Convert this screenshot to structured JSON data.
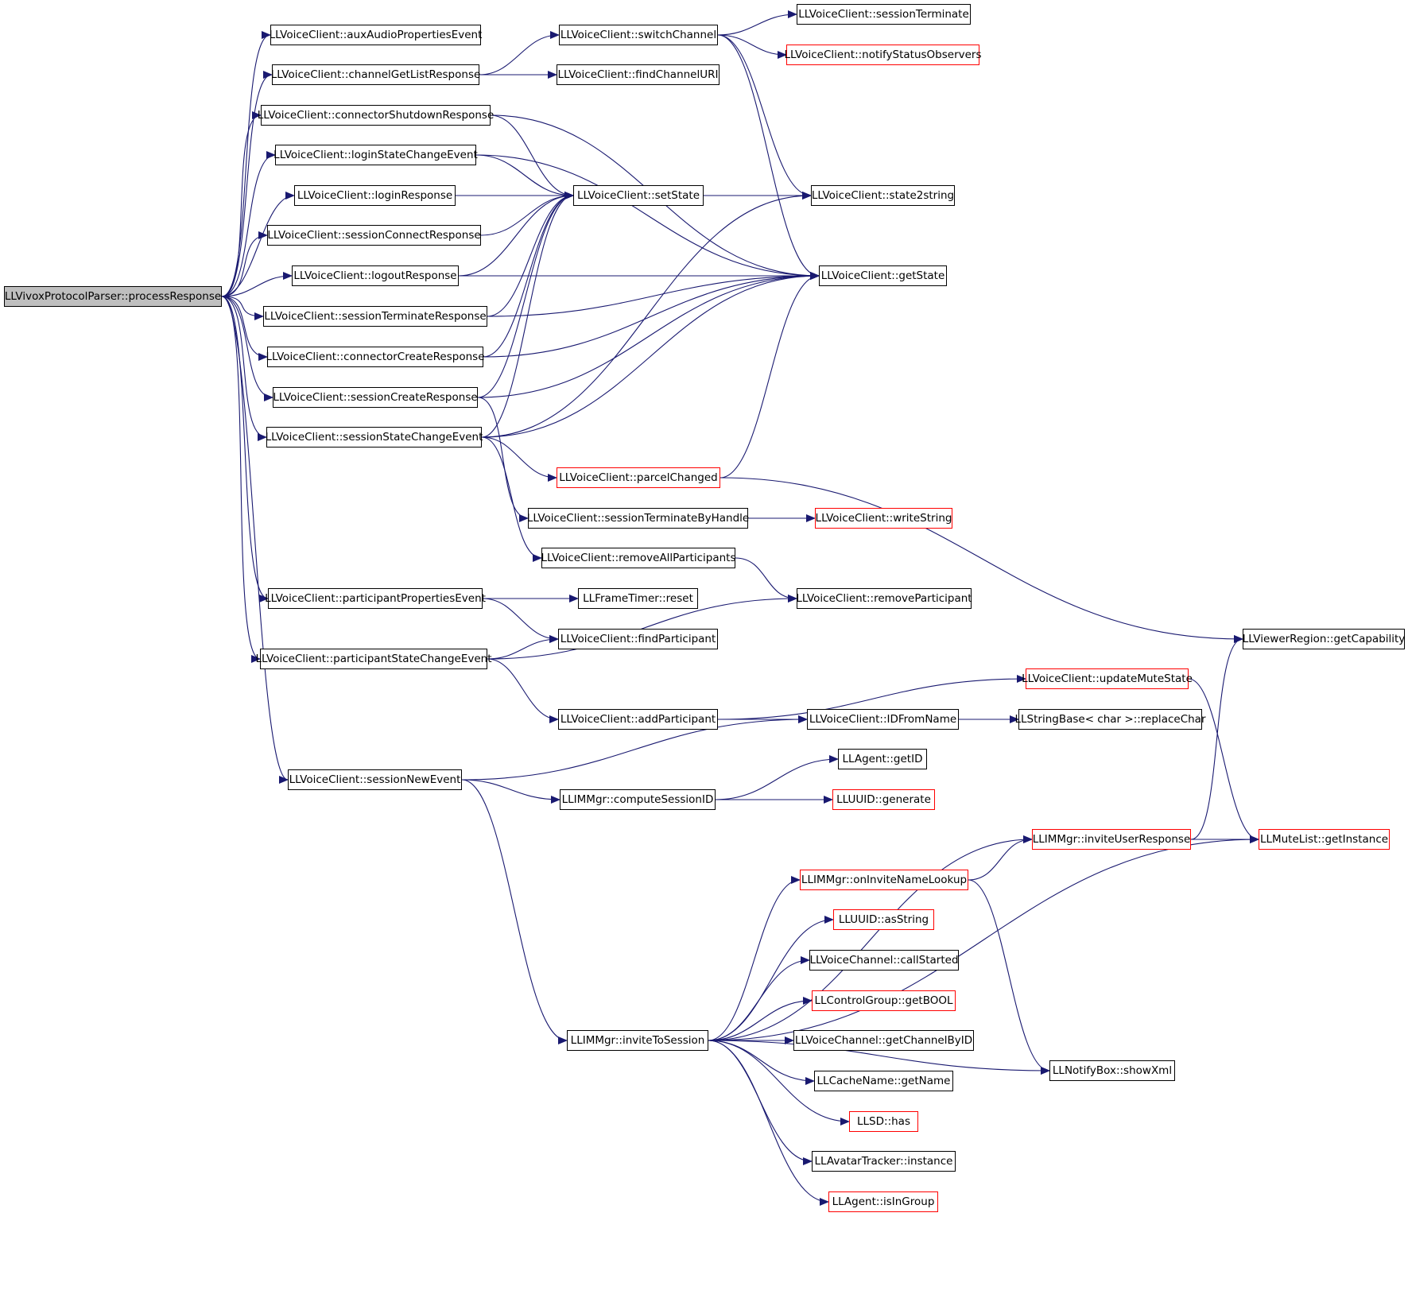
{
  "graph": {
    "edge_color": "#191970",
    "nodes": [
      {
        "id": "root",
        "label": "LLVivoxProtocolParser::processResponse",
        "style": "root"
      },
      {
        "id": "auxAudio",
        "label": "LLVoiceClient::auxAudioPropertiesEvent",
        "style": "normal"
      },
      {
        "id": "channelGetList",
        "label": "LLVoiceClient::channelGetListResponse",
        "style": "normal"
      },
      {
        "id": "connShutdown",
        "label": "LLVoiceClient::connectorShutdownResponse",
        "style": "normal"
      },
      {
        "id": "loginStateChange",
        "label": "LLVoiceClient::loginStateChangeEvent",
        "style": "normal"
      },
      {
        "id": "loginResp",
        "label": "LLVoiceClient::loginResponse",
        "style": "normal"
      },
      {
        "id": "sessConnect",
        "label": "LLVoiceClient::sessionConnectResponse",
        "style": "normal"
      },
      {
        "id": "logoutResp",
        "label": "LLVoiceClient::logoutResponse",
        "style": "normal"
      },
      {
        "id": "sessTermResp",
        "label": "LLVoiceClient::sessionTerminateResponse",
        "style": "normal"
      },
      {
        "id": "connCreate",
        "label": "LLVoiceClient::connectorCreateResponse",
        "style": "normal"
      },
      {
        "id": "sessCreate",
        "label": "LLVoiceClient::sessionCreateResponse",
        "style": "normal"
      },
      {
        "id": "sessStateChange",
        "label": "LLVoiceClient::sessionStateChangeEvent",
        "style": "normal"
      },
      {
        "id": "partProps",
        "label": "LLVoiceClient::participantPropertiesEvent",
        "style": "normal"
      },
      {
        "id": "partStateChange",
        "label": "LLVoiceClient::participantStateChangeEvent",
        "style": "normal"
      },
      {
        "id": "sessNew",
        "label": "LLVoiceClient::sessionNewEvent",
        "style": "normal"
      },
      {
        "id": "switchChannel",
        "label": "LLVoiceClient::switchChannel",
        "style": "normal"
      },
      {
        "id": "findChannelURI",
        "label": "LLVoiceClient::findChannelURI",
        "style": "normal"
      },
      {
        "id": "setState",
        "label": "LLVoiceClient::setState",
        "style": "normal"
      },
      {
        "id": "parcelChanged",
        "label": "LLVoiceClient::parcelChanged",
        "style": "red"
      },
      {
        "id": "sessTermByHandle",
        "label": "LLVoiceClient::sessionTerminateByHandle",
        "style": "normal"
      },
      {
        "id": "removeAllPart",
        "label": "LLVoiceClient::removeAllParticipants",
        "style": "normal"
      },
      {
        "id": "frameReset",
        "label": "LLFrameTimer::reset",
        "style": "normal"
      },
      {
        "id": "findPart",
        "label": "LLVoiceClient::findParticipant",
        "style": "normal"
      },
      {
        "id": "addPart",
        "label": "LLVoiceClient::addParticipant",
        "style": "normal"
      },
      {
        "id": "computeSessID",
        "label": "LLIMMgr::computeSessionID",
        "style": "normal"
      },
      {
        "id": "inviteToSession",
        "label": "LLIMMgr::inviteToSession",
        "style": "normal"
      },
      {
        "id": "sessTerminate",
        "label": "LLVoiceClient::sessionTerminate",
        "style": "normal"
      },
      {
        "id": "notifyStatus",
        "label": "LLVoiceClient::notifyStatusObservers",
        "style": "red"
      },
      {
        "id": "state2string",
        "label": "LLVoiceClient::state2string",
        "style": "normal"
      },
      {
        "id": "getState",
        "label": "LLVoiceClient::getState",
        "style": "normal"
      },
      {
        "id": "writeString",
        "label": "LLVoiceClient::writeString",
        "style": "red"
      },
      {
        "id": "removePart",
        "label": "LLVoiceClient::removeParticipant",
        "style": "normal"
      },
      {
        "id": "IDFromName",
        "label": "LLVoiceClient::IDFromName",
        "style": "normal"
      },
      {
        "id": "agentGetID",
        "label": "LLAgent::getID",
        "style": "normal"
      },
      {
        "id": "uuidGenerate",
        "label": "LLUUID::generate",
        "style": "red"
      },
      {
        "id": "onInviteName",
        "label": "LLIMMgr::onInviteNameLookup",
        "style": "red"
      },
      {
        "id": "uuidAsString",
        "label": "LLUUID::asString",
        "style": "red"
      },
      {
        "id": "callStarted",
        "label": "LLVoiceChannel::callStarted",
        "style": "normal"
      },
      {
        "id": "getBOOL",
        "label": "LLControlGroup::getBOOL",
        "style": "red"
      },
      {
        "id": "getChannelByID",
        "label": "LLVoiceChannel::getChannelByID",
        "style": "normal"
      },
      {
        "id": "cacheGetName",
        "label": "LLCacheName::getName",
        "style": "normal"
      },
      {
        "id": "sdHas",
        "label": "LLSD::has",
        "style": "red"
      },
      {
        "id": "avatarTracker",
        "label": "LLAvatarTracker::instance",
        "style": "normal"
      },
      {
        "id": "isInGroup",
        "label": "LLAgent::isInGroup",
        "style": "red"
      },
      {
        "id": "updateMute",
        "label": "LLVoiceClient::updateMuteState",
        "style": "red"
      },
      {
        "id": "replaceChar",
        "label": "LLStringBase< char >::replaceChar",
        "style": "normal"
      },
      {
        "id": "inviteUserResp",
        "label": "LLIMMgr::inviteUserResponse",
        "style": "red"
      },
      {
        "id": "showXml",
        "label": "LLNotifyBox::showXml",
        "style": "normal"
      },
      {
        "id": "getCapability",
        "label": "LLViewerRegion::getCapability",
        "style": "normal"
      },
      {
        "id": "muteGetInstance",
        "label": "LLMuteList::getInstance",
        "style": "red"
      }
    ],
    "edges": [
      [
        "root",
        "auxAudio"
      ],
      [
        "root",
        "channelGetList"
      ],
      [
        "root",
        "connShutdown"
      ],
      [
        "root",
        "loginStateChange"
      ],
      [
        "root",
        "loginResp"
      ],
      [
        "root",
        "sessConnect"
      ],
      [
        "root",
        "logoutResp"
      ],
      [
        "root",
        "sessTermResp"
      ],
      [
        "root",
        "connCreate"
      ],
      [
        "root",
        "sessCreate"
      ],
      [
        "root",
        "sessStateChange"
      ],
      [
        "root",
        "partProps"
      ],
      [
        "root",
        "partStateChange"
      ],
      [
        "root",
        "sessNew"
      ],
      [
        "channelGetList",
        "switchChannel"
      ],
      [
        "channelGetList",
        "findChannelURI"
      ],
      [
        "switchChannel",
        "sessTerminate"
      ],
      [
        "switchChannel",
        "notifyStatus"
      ],
      [
        "switchChannel",
        "state2string"
      ],
      [
        "switchChannel",
        "getState"
      ],
      [
        "connShutdown",
        "setState"
      ],
      [
        "connShutdown",
        "getState"
      ],
      [
        "loginStateChange",
        "setState"
      ],
      [
        "loginStateChange",
        "getState"
      ],
      [
        "loginResp",
        "setState"
      ],
      [
        "sessConnect",
        "setState"
      ],
      [
        "logoutResp",
        "setState"
      ],
      [
        "logoutResp",
        "getState"
      ],
      [
        "sessTermResp",
        "setState"
      ],
      [
        "sessTermResp",
        "getState"
      ],
      [
        "connCreate",
        "setState"
      ],
      [
        "connCreate",
        "getState"
      ],
      [
        "sessCreate",
        "setState"
      ],
      [
        "sessCreate",
        "getState"
      ],
      [
        "sessCreate",
        "sessTermByHandle"
      ],
      [
        "sessStateChange",
        "setState"
      ],
      [
        "sessStateChange",
        "getState"
      ],
      [
        "sessStateChange",
        "state2string"
      ],
      [
        "sessStateChange",
        "parcelChanged"
      ],
      [
        "sessStateChange",
        "removeAllPart"
      ],
      [
        "setState",
        "state2string"
      ],
      [
        "parcelChanged",
        "getState"
      ],
      [
        "parcelChanged",
        "getCapability"
      ],
      [
        "sessTermByHandle",
        "writeString"
      ],
      [
        "removeAllPart",
        "removePart"
      ],
      [
        "partProps",
        "frameReset"
      ],
      [
        "partProps",
        "findPart"
      ],
      [
        "partStateChange",
        "findPart"
      ],
      [
        "partStateChange",
        "removePart"
      ],
      [
        "partStateChange",
        "addPart"
      ],
      [
        "addPart",
        "IDFromName"
      ],
      [
        "addPart",
        "updateMute"
      ],
      [
        "IDFromName",
        "replaceChar"
      ],
      [
        "sessNew",
        "IDFromName"
      ],
      [
        "sessNew",
        "computeSessID"
      ],
      [
        "sessNew",
        "inviteToSession"
      ],
      [
        "computeSessID",
        "agentGetID"
      ],
      [
        "computeSessID",
        "uuidGenerate"
      ],
      [
        "inviteToSession",
        "inviteUserResp"
      ],
      [
        "inviteToSession",
        "onInviteName"
      ],
      [
        "inviteToSession",
        "uuidAsString"
      ],
      [
        "inviteToSession",
        "callStarted"
      ],
      [
        "inviteToSession",
        "getBOOL"
      ],
      [
        "inviteToSession",
        "getChannelByID"
      ],
      [
        "inviteToSession",
        "cacheGetName"
      ],
      [
        "inviteToSession",
        "sdHas"
      ],
      [
        "inviteToSession",
        "avatarTracker"
      ],
      [
        "inviteToSession",
        "isInGroup"
      ],
      [
        "inviteToSession",
        "showXml"
      ],
      [
        "inviteToSession",
        "muteGetInstance"
      ],
      [
        "onInviteName",
        "inviteUserResp"
      ],
      [
        "onInviteName",
        "showXml"
      ],
      [
        "inviteUserResp",
        "getCapability"
      ],
      [
        "inviteUserResp",
        "muteGetInstance"
      ],
      [
        "updateMute",
        "muteGetInstance"
      ]
    ]
  }
}
